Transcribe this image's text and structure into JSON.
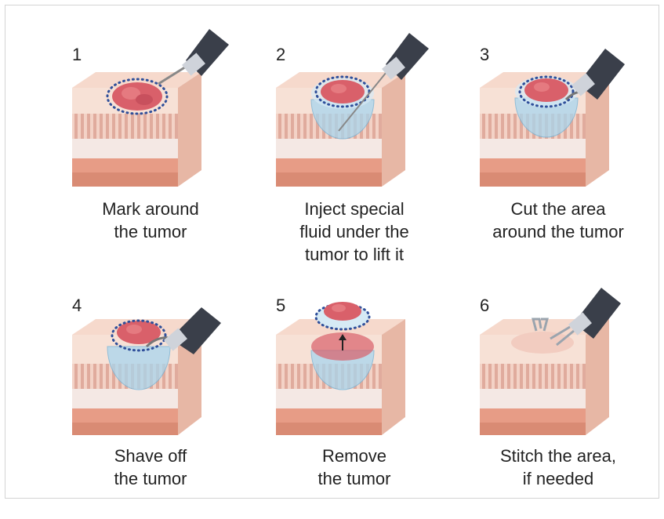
{
  "steps": [
    {
      "number": "1",
      "caption_lines": [
        "Mark around",
        "the tumor"
      ]
    },
    {
      "number": "2",
      "caption_lines": [
        "Inject special",
        "fluid under the",
        "tumor to lift it"
      ]
    },
    {
      "number": "3",
      "caption_lines": [
        "Cut the area",
        "around the tumor"
      ]
    },
    {
      "number": "4",
      "caption_lines": [
        "Shave off",
        "the tumor"
      ]
    },
    {
      "number": "5",
      "caption_lines": [
        "Remove",
        "the tumor"
      ]
    },
    {
      "number": "6",
      "caption_lines": [
        "Stitch the area,",
        "if needed"
      ]
    }
  ],
  "colors": {
    "mucosa_top": "#f6d9cc",
    "villi": "#e4b3a6",
    "muscle": "#d98b74",
    "tumor": "#d9606a",
    "lift_fluid": "#a9d6ee",
    "marker_dots": "#2f4f9a",
    "instrument": "#3a3f4a"
  },
  "icons": [
    "endoscope-icon",
    "tumor-icon",
    "tissue-block-icon",
    "arrow-up-icon",
    "clip-icon"
  ]
}
